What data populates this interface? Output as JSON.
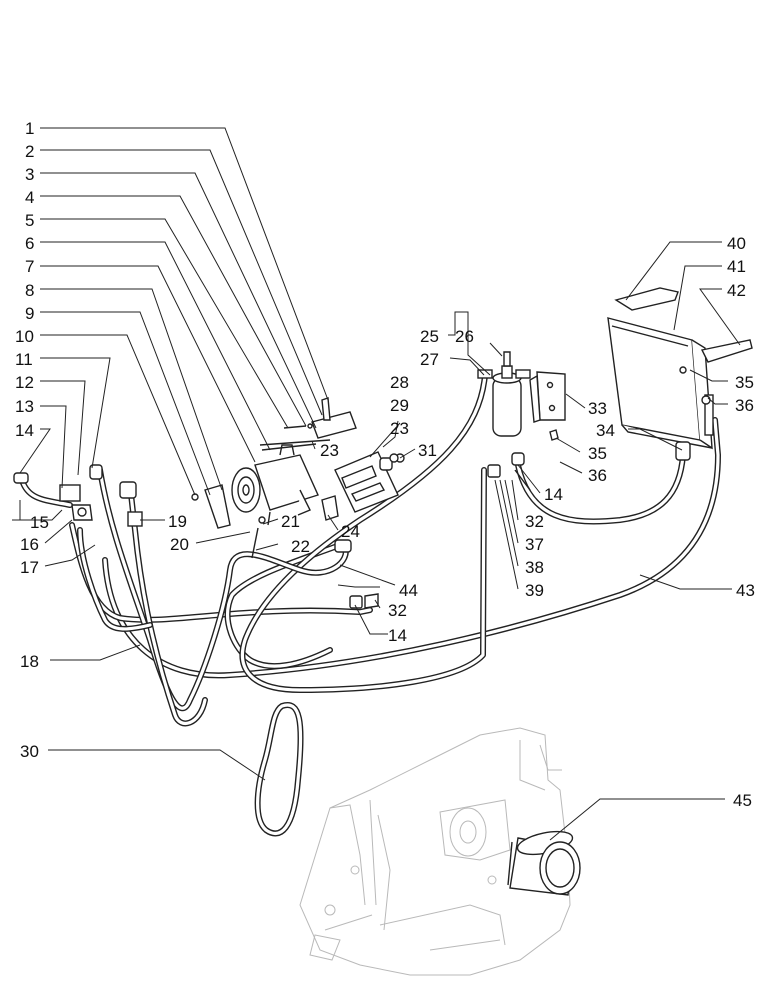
{
  "callouts": [
    "1",
    "2",
    "3",
    "4",
    "5",
    "6",
    "7",
    "8",
    "9",
    "10",
    "11",
    "12",
    "13",
    "14",
    "15",
    "16",
    "17",
    "18",
    "19",
    "20",
    "21",
    "22",
    "23",
    "23",
    "24",
    "25",
    "26",
    "27",
    "28",
    "29",
    "30",
    "31",
    "32",
    "32",
    "33",
    "34",
    "35",
    "35",
    "36",
    "36",
    "37",
    "38",
    "39",
    "40",
    "41",
    "42",
    "43",
    "44",
    "45",
    "14",
    "14"
  ]
}
